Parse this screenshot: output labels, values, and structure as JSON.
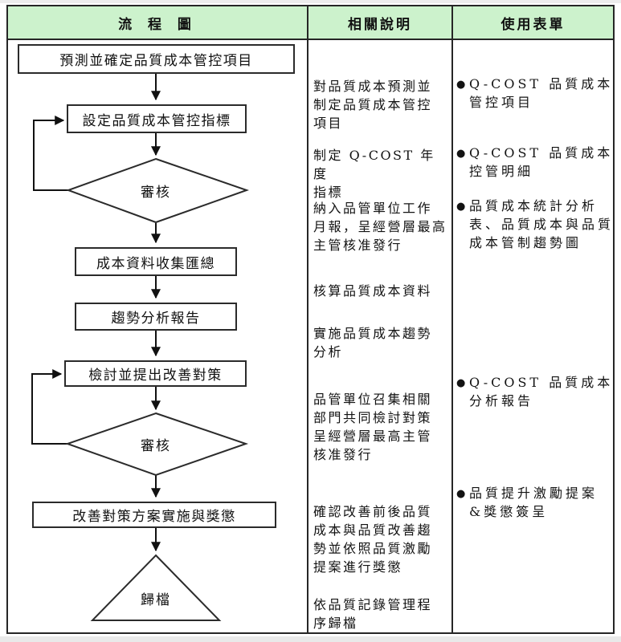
{
  "header": {
    "flowchart_label": "流 程 圖",
    "description_label": "相關說明",
    "forms_label": "使用表單"
  },
  "flowchart": {
    "step1": "預測並確定品質成本管控項目",
    "step2": "設定品質成本管控指標",
    "review1": "審核",
    "step3": "成本資料收集匯總",
    "step4": "趨勢分析報告",
    "step5": "檢討並提出改善對策",
    "review2": "審核",
    "step6": "改善對策方案實施與獎懲",
    "archive": "歸檔"
  },
  "descriptions": {
    "items": [
      {
        "text": "對品質成本預測並\n制定品質成本管控\n項目"
      },
      {
        "text": "制定 Q-COST 年度\n指標"
      },
      {
        "text": "納入品管單位工作\n月報，呈經營層最高\n主管核准發行"
      },
      {
        "text": "核算品質成本資料"
      },
      {
        "text": "實施品質成本趨勢\n分析"
      },
      {
        "text": "品管單位召集相關\n部門共同檢討對策\n呈經營層最高主管\n核准發行"
      },
      {
        "text": "確認改善前後品質\n成本與品質改善趨\n勢並依照品質激勵\n提案進行獎懲"
      },
      {
        "text": "依品質記錄管理程\n序歸檔"
      }
    ]
  },
  "forms": {
    "bullet": "●",
    "items": [
      {
        "text": "Q-COST 品質成本\n管控項目"
      },
      {
        "text": "Q-COST 品質成本\n控管明細"
      },
      {
        "text": "品質成本統計分析\n表、品質成本與品質\n成本管制趨勢圖"
      },
      {
        "text": "Q-COST 品質成本\n分析報告"
      },
      {
        "text": "品質提升激勵提案\n&獎懲簽呈"
      }
    ]
  },
  "colors": {
    "header_bg": "#ccf2cc",
    "border": "#262626",
    "line": "#111111",
    "text": "#131313"
  }
}
